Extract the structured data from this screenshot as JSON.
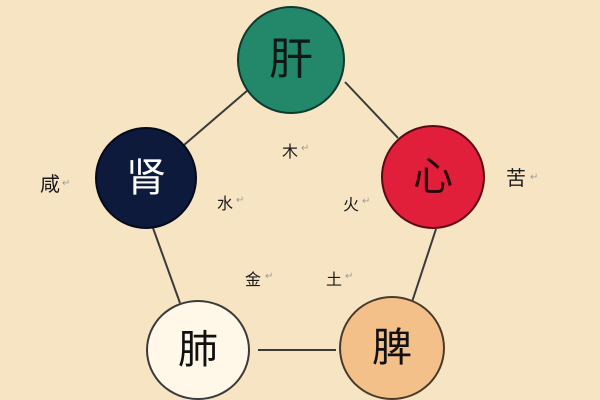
{
  "organs": {
    "liver": "肝",
    "heart": "心",
    "kidney": "肾",
    "lung": "肺",
    "spleen": "脾"
  },
  "elements": {
    "wood": "木",
    "fire": "火",
    "water": "水",
    "metal": "金",
    "earth": "土"
  },
  "tastes": {
    "salty": "咸",
    "bitter": "苦"
  },
  "colors": {
    "background": "#f6e4c3",
    "liver": "#23876a",
    "heart": "#e11f3b",
    "kidney": "#0e1a3c",
    "lung": "#fff7e8",
    "spleen": "#f3c08a",
    "lines": "#3a3a3a"
  }
}
